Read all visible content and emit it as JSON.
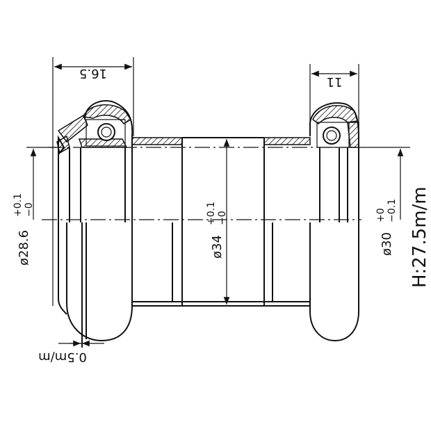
{
  "dimensions": {
    "lower_cup_height": {
      "label": "16.5",
      "orientation": "upside-down"
    },
    "upper_cup_height": {
      "label": "11",
      "orientation": "upside-down"
    },
    "lower_steerer_diameter": {
      "base": "ø28.6",
      "tol_upper": "+0.1",
      "tol_lower": "−0",
      "orientation": "vertical"
    },
    "cup_outer_diameter": {
      "base": "ø34",
      "tol_upper": "+0.1",
      "tol_lower": "−0",
      "orientation": "vertical"
    },
    "upper_steerer_diameter": {
      "base": "ø30",
      "tol_upper": "+0",
      "tol_lower": "−0.1",
      "orientation": "vertical"
    },
    "stack_height": {
      "label": "H:27.5m/m",
      "orientation": "vertical"
    },
    "lip_offset": {
      "label": "0.5m/m",
      "orientation": "upside-down"
    }
  }
}
